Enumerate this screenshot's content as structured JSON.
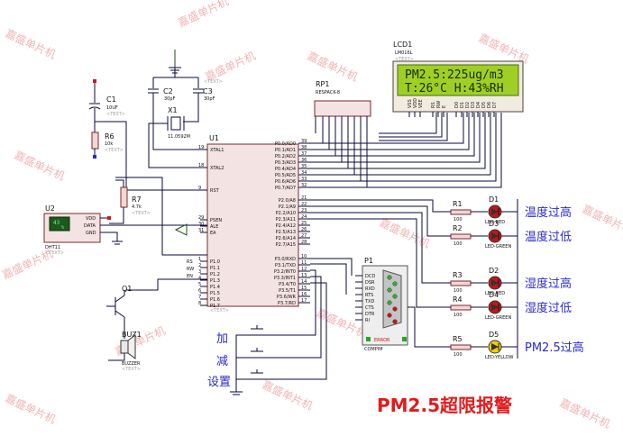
{
  "watermark": "嘉盛单片机",
  "title": "PM2.5超限报警",
  "lcd": {
    "ref": "LCD1",
    "part": "LM016L",
    "line1": "PM2.5:225ug/m3",
    "line2": "T:26°C   H:43%RH",
    "pins": [
      "VSS",
      "VDD",
      "VEE",
      "RS",
      "RW",
      "E",
      "D0",
      "D1",
      "D2",
      "D3",
      "D4",
      "D5",
      "D6",
      "D7"
    ]
  },
  "rp1": {
    "ref": "RP1",
    "part": "RESPACK-8"
  },
  "mcu": {
    "ref": "U1",
    "left_pins": [
      "XTAL1",
      "XTAL2",
      "RST",
      "PSEN",
      "ALE",
      "EA",
      "P1.0",
      "P1.1",
      "P1.2",
      "P1.3",
      "P1.4",
      "P1.5",
      "P1.6",
      "P1.7"
    ],
    "right_pins": [
      "P0.0/AD0",
      "P0.1/AD1",
      "P0.2/AD2",
      "P0.3/AD3",
      "P0.4/AD4",
      "P0.5/AD5",
      "P0.6/AD6",
      "P0.7/AD7",
      "P2.0/A8",
      "P2.1/A9",
      "P2.2/A10",
      "P2.3/A11",
      "P2.4/A12",
      "P2.5/A13",
      "P2.6/A14",
      "P2.7/A15",
      "P3.0/RXD",
      "P3.1/TXD",
      "P3.2/INT0",
      "P3.3/INT1",
      "P3.4/T0",
      "P3.5/T1",
      "P3.6/WR",
      "P3.7/RD"
    ],
    "left_nums": [
      "19",
      "18",
      "9",
      "29",
      "30",
      "31",
      "1",
      "2",
      "3",
      "4",
      "5",
      "6",
      "7",
      "8"
    ],
    "right_nums": [
      "39",
      "38",
      "37",
      "36",
      "35",
      "34",
      "33",
      "32",
      "21",
      "22",
      "23",
      "24",
      "25",
      "26",
      "27",
      "28",
      "10",
      "11",
      "12",
      "13",
      "14",
      "15",
      "16",
      "17"
    ],
    "net_labels": [
      "RS",
      "RW",
      "EN"
    ]
  },
  "c1": {
    "ref": "C1",
    "value": "10UF"
  },
  "c2": {
    "ref": "C2",
    "value": "30pF"
  },
  "c3": {
    "ref": "C3",
    "value": "30pF"
  },
  "x1": {
    "ref": "X1",
    "value": "11.0592M"
  },
  "r6": {
    "ref": "R6",
    "value": "10k"
  },
  "r7": {
    "ref": "R7",
    "value": "4.7k"
  },
  "text_placeholder": "<TEXT>",
  "u2": {
    "ref": "U2",
    "part": "DHT11",
    "pins": [
      "VDD",
      "DATA",
      "GND"
    ],
    "display": "43",
    "display2": "%"
  },
  "q1": {
    "ref": "Q1"
  },
  "buz1": {
    "ref": "BUZ1",
    "part": "BUZZER"
  },
  "p1": {
    "ref": "P1",
    "part": "COMPIM",
    "pins": [
      "DCD",
      "DSR",
      "RXD",
      "RTS",
      "TXD",
      "CTS",
      "DTR",
      "RI"
    ],
    "status": "ERROR"
  },
  "resistors": [
    {
      "ref": "R1",
      "value": "100"
    },
    {
      "ref": "R2",
      "value": "100"
    },
    {
      "ref": "R3",
      "value": "100"
    },
    {
      "ref": "R4",
      "value": "100"
    },
    {
      "ref": "R5",
      "value": "100"
    }
  ],
  "leds": [
    {
      "ref": "D1",
      "part": "LED-RED",
      "color": "#c81414",
      "label": "温度过高"
    },
    {
      "ref": "D3",
      "part": "LED-GREEN",
      "color": "#c81414",
      "label": "温度过低"
    },
    {
      "ref": "D2",
      "part": "LED-RED",
      "color": "#c81414",
      "label": "湿度过高"
    },
    {
      "ref": "D4",
      "part": "LED-GREEN",
      "color": "#c81414",
      "label": "湿度过低"
    },
    {
      "ref": "D5",
      "part": "LED-YELLOW",
      "color": "#f0d000",
      "label": "PM2.5过高"
    }
  ],
  "buttons": [
    "加",
    "减",
    "设置"
  ]
}
